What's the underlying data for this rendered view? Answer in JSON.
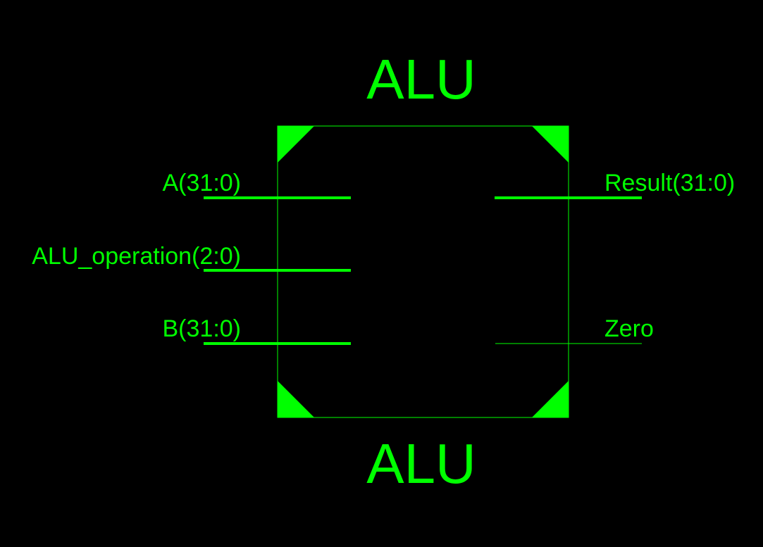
{
  "symbol": {
    "name_top": "ALU",
    "name_bottom": "ALU",
    "color": "#00FF00",
    "background": "#000000"
  },
  "ports": {
    "inputs": [
      {
        "label": "A(31:0)",
        "bus": true
      },
      {
        "label": "ALU_operation(2:0)",
        "bus": true
      },
      {
        "label": "B(31:0)",
        "bus": true
      }
    ],
    "outputs": [
      {
        "label": "Result(31:0)",
        "bus": true
      },
      {
        "label": "Zero",
        "bus": false
      }
    ]
  }
}
